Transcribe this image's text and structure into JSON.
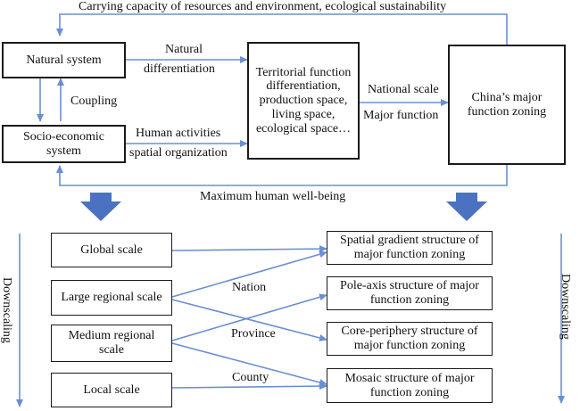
{
  "top": {
    "feedback_label": "Carrying capacity of resources and environment, ecological sustainability",
    "bottom_feedback_label": "Maximum human well-being",
    "natural_system": "Natural system",
    "socio_system": "Socio-economic system",
    "coupling": "Coupling",
    "natural_diff_1": "Natural",
    "natural_diff_2": "differentiation",
    "human_act_1": "Human activities",
    "human_act_2": "spatial organization",
    "territorial": "Territorial function differentiation, production space, living space, ecological space…",
    "national_scale": "National scale",
    "major_function": "Major function",
    "china_zoning": "China’s major function zoning"
  },
  "bottom": {
    "scales": [
      "Global scale",
      "Large regional scale",
      "Medium regional scale",
      "Local scale"
    ],
    "structures": [
      "Spatial gradient structure of major function zoning",
      "Pole-axis structure of major function zoning",
      "Core-periphery structure of major function zoning",
      "Mosaic structure of major function zoning"
    ],
    "levels": [
      "Nation",
      "Province",
      "County"
    ],
    "downscaling": "Downscaling"
  },
  "colors": {
    "arrow": "#6b8fd0",
    "block_arrow": "#4a72c0",
    "border": "#1a1a1a"
  }
}
